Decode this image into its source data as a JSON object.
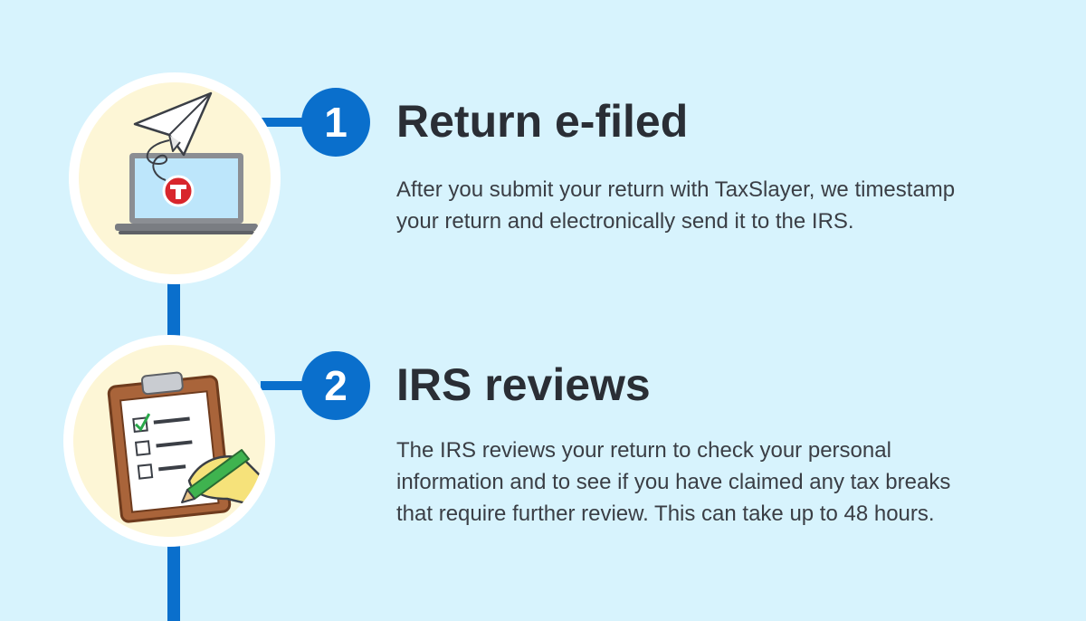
{
  "colors": {
    "background": "#d7f3fd",
    "accent": "#0a6fcc",
    "circle_fill": "#fdf6d6",
    "title_text": "#2a2e35",
    "body_text": "#3a3e45"
  },
  "steps": [
    {
      "number": "1",
      "title": "Return e-filed",
      "description_lines": [
        "After you submit your return with TaxSlayer, we timestamp",
        "your return and electronically send it to the IRS."
      ],
      "illustration": "laptop-paper-plane-icon"
    },
    {
      "number": "2",
      "title": "IRS reviews",
      "description_lines": [
        "The IRS reviews your return to check your personal",
        "information and to see if you have claimed any tax breaks",
        "that require further review. This can take up to 48 hours."
      ],
      "illustration": "clipboard-checklist-icon"
    }
  ]
}
